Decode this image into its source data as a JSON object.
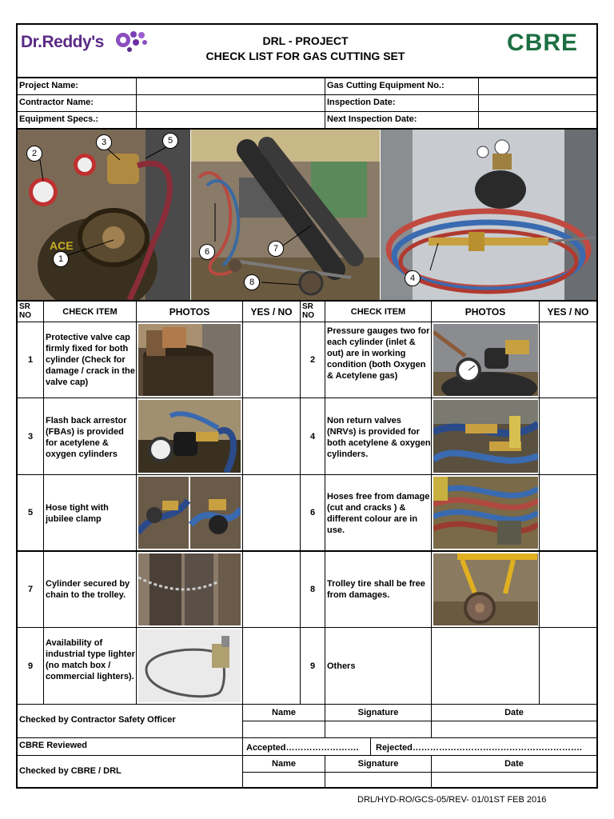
{
  "header": {
    "left_logo_text": "Dr.Reddy's",
    "title_line1": "DRL - PROJECT",
    "title_line2": "CHECK LIST FOR GAS CUTTING SET",
    "right_logo_text": "CBRE"
  },
  "info_fields": {
    "project_name": "Project Name:",
    "contractor_name": "Contractor Name:",
    "equipment_specs": "Equipment Specs.:",
    "gas_cutting_no": "Gas Cutting Equipment No.:",
    "inspection_date": "Inspection Date:",
    "next_inspection_date": "Next Inspection Date:"
  },
  "callouts": [
    "1",
    "2",
    "3",
    "4",
    "5",
    "6",
    "7",
    "8"
  ],
  "columns": {
    "sr_no": "SR NO",
    "check_item": "CHECK ITEM",
    "photos": "PHOTOS",
    "yes_no": "YES / NO"
  },
  "items": [
    {
      "sr": "1",
      "text": "Protective valve cap firmly fixed for both cylinder (Check for damage / crack in the valve cap)"
    },
    {
      "sr": "2",
      "text": "Pressure gauges two for each cylinder (inlet & out) are in working condition (both Oxygen & Acetylene gas)"
    },
    {
      "sr": "3",
      "text": "Flash back arrestor (FBAs) is provided for  acetylene & oxygen cylinders"
    },
    {
      "sr": "4",
      "text": "Non return valves (NRVs) is provided for both acetylene & oxygen cylinders."
    },
    {
      "sr": "5",
      "text": "Hose tight with jubilee clamp"
    },
    {
      "sr": "6",
      "text": "Hoses free from damage (cut and cracks ) & different colour are in use."
    },
    {
      "sr": "7",
      "text": "Cylinder secured by chain to the trolley."
    },
    {
      "sr": "8",
      "text": "Trolley tire shall be free from damages."
    },
    {
      "sr": "9",
      "text": "Availability of industrial type lighter (no match box / commercial lighters)."
    },
    {
      "sr": "9",
      "text": "Others"
    }
  ],
  "footer": {
    "checked_contractor": "Checked by Contractor Safety Officer",
    "name": "Name",
    "signature": "Signature",
    "date": "Date",
    "cbre_reviewed": "CBRE Reviewed",
    "accepted": "Accepted…………………….",
    "rejected": "Rejected………………………………………………….",
    "checked_cbre": "Checked by CBRE / DRL",
    "doc_ref": "DRL/HYD-RO/GCS-05/REV- 01/01ST FEB 2016"
  },
  "colors": {
    "drl_purple": "#5b2a86",
    "cbre_green": "#1d6f42",
    "border": "#000000"
  }
}
